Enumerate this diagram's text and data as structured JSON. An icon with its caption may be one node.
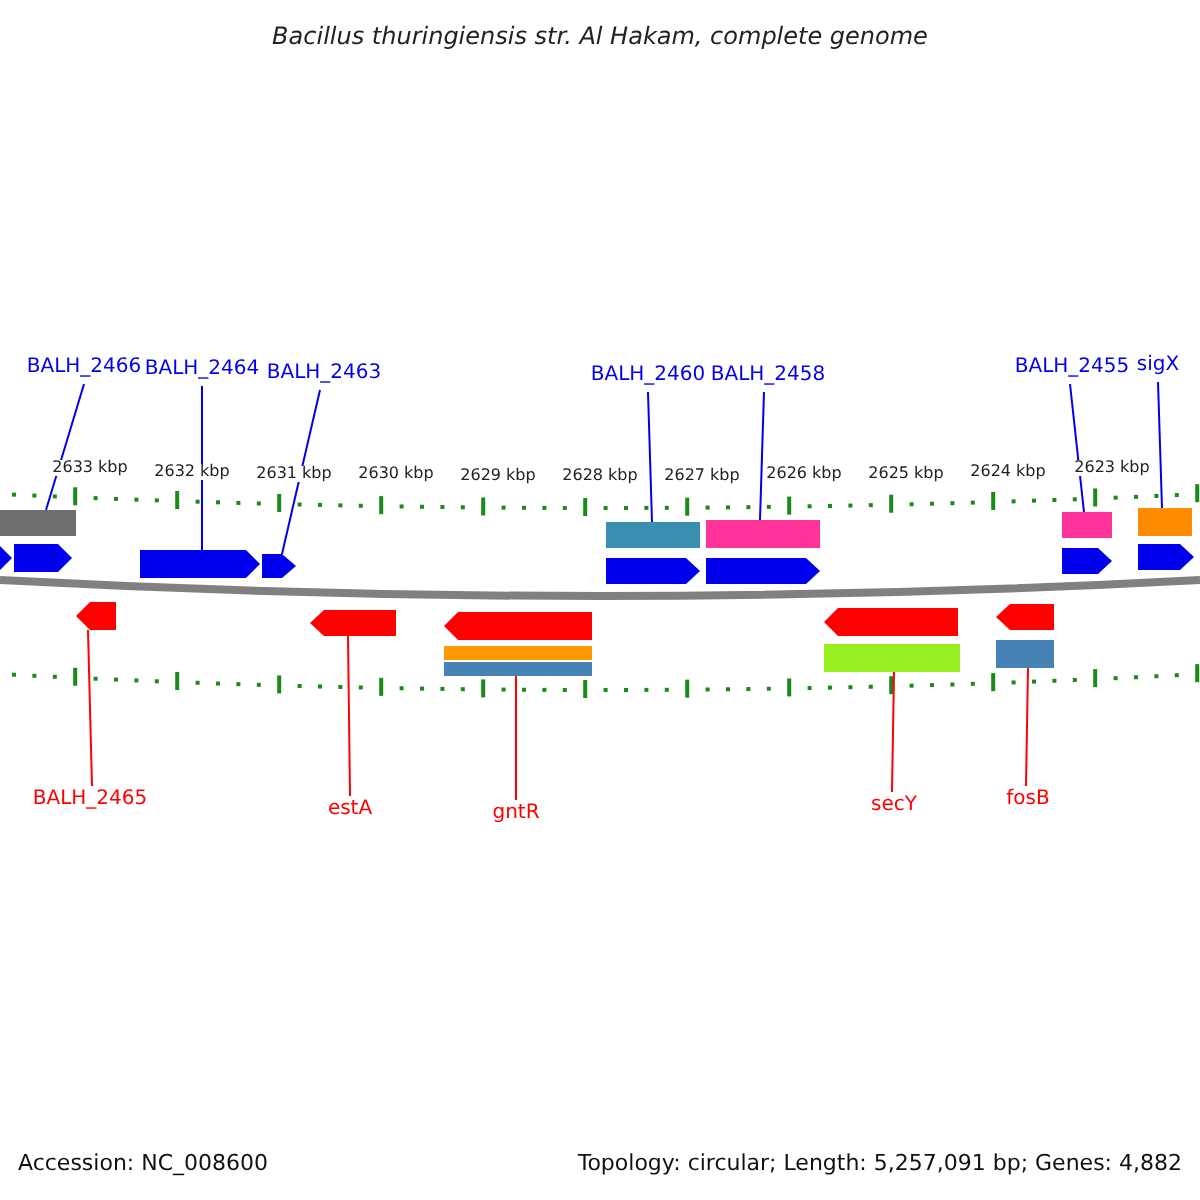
{
  "diagram": {
    "title": "Bacillus thuringiensis str. Al Hakam, complete genome",
    "nodes": [
      {
        "text": [
          "BALH_2466"
        ]
      },
      {
        "text": [
          "BALH_2464"
        ]
      },
      {
        "text": [
          "BALH_2463"
        ]
      },
      {
        "text": [
          "BALH_2460"
        ]
      },
      {
        "text": [
          "BALH_2458"
        ]
      },
      {
        "text": [
          "BALH_2455"
        ]
      },
      {
        "text": [
          "sigX"
        ]
      },
      {
        "text": [
          "BALH_2465"
        ]
      },
      {
        "text": [
          "estA"
        ]
      },
      {
        "text": [
          "gntR"
        ]
      },
      {
        "text": [
          "secY"
        ]
      },
      {
        "text": [
          "fosB"
        ]
      },
      {
        "text": [],
        "shape": "bar"
      },
      {
        "text": [],
        "shape": "arrow"
      },
      {
        "text": [],
        "shape": "arrow"
      },
      {
        "text": [],
        "shape": "bar"
      },
      {
        "text": [],
        "shape": "bar"
      },
      {
        "text": [],
        "shape": "bar"
      },
      {
        "text": [],
        "shape": "bar"
      },
      {
        "text": [],
        "shape": "arrow"
      },
      {
        "text": [],
        "shape": "arrow"
      },
      {
        "text": [],
        "shape": "bar"
      },
      {
        "text": [],
        "shape": "bar"
      },
      {
        "text": [],
        "shape": "bar"
      },
      {
        "text": [],
        "shape": "arrow"
      },
      {
        "text": [],
        "shape": "arrow"
      },
      {
        "text": [],
        "shape": "arrow"
      },
      {
        "text": [],
        "shape": "arrow"
      },
      {
        "text": [],
        "shape": "arrow"
      },
      {
        "text": [],
        "shape": "arrow"
      },
      {
        "text": [],
        "shape": "arrow"
      },
      {
        "text": [],
        "shape": "bar"
      },
      {
        "text": [],
        "shape": "arrow"
      },
      {
        "text": [],
        "shape": "arrow"
      }
    ],
    "edges": [
      {
        "from": 0,
        "to": 12,
        "arrow": "none"
      },
      {
        "from": 1,
        "to": 13,
        "arrow": "none"
      },
      {
        "from": 2,
        "to": 14,
        "arrow": "none"
      },
      {
        "from": 3,
        "to": 15,
        "arrow": "none"
      },
      {
        "from": 4,
        "to": 16,
        "arrow": "none"
      },
      {
        "from": 5,
        "to": 17,
        "arrow": "none"
      },
      {
        "from": 6,
        "to": 18,
        "arrow": "none"
      },
      {
        "from": 7,
        "to": 19,
        "arrow": "none",
        "color": "#ff0000"
      },
      {
        "from": 8,
        "to": 20,
        "arrow": "none",
        "color": "#ff0000"
      },
      {
        "from": 9,
        "to": 21,
        "arrow": "none",
        "color": "#ff0000"
      },
      {
        "from": 10,
        "to": 22,
        "arrow": "none",
        "color": "#ff0000"
      },
      {
        "from": 11,
        "to": 23,
        "arrow": "none",
        "color": "#ff0000"
      }
    ],
    "labels": [
      "2633 kbp",
      "2632 kbp",
      "2631 kbp",
      "2630 kbp",
      "2629 kbp",
      "2628 kbp",
      "2627 kbp",
      "2626 kbp",
      "2625 kbp",
      "2624 kbp",
      "2623 kbp",
      "Accession: NC_008600",
      "Topology: circular; Length: 5,257,091 bp; Genes: 4,882"
    ]
  }
}
